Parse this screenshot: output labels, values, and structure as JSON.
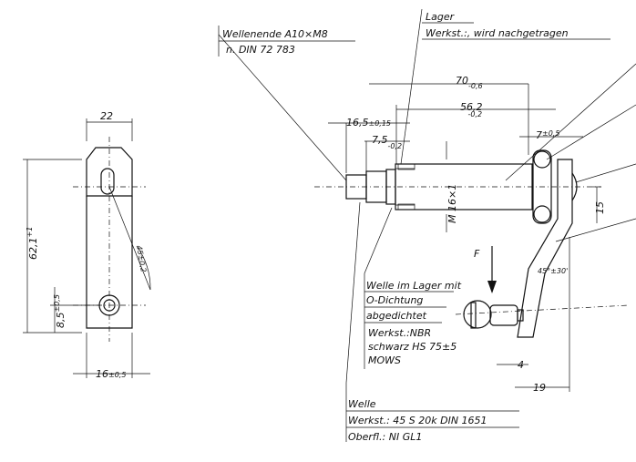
{
  "side_view": {
    "dim_width": "22",
    "dim_height": "62,1",
    "dim_height_tol": "+1",
    "dim_angle": "45±0,2",
    "dim_offset": "8,5",
    "dim_offset_tol": "±0,5",
    "dim_bottom": "16",
    "dim_bottom_tol": "±0,5"
  },
  "main_view": {
    "shaft_end_label": "Wellenende A10×M8",
    "shaft_end_std": "n. DIN 72 783",
    "bearing_title": "Lager",
    "bearing_material": "Werkst.:, wird nachgetragen",
    "dim_70": "70",
    "dim_70_tol": "-0,6",
    "dim_56": "56,2",
    "dim_56_tol": "-0,2",
    "dim_16_5": "16,5",
    "dim_16_5_tol": "±0,15",
    "dim_7_5": "7,5",
    "dim_7_5_tol": "-0,2",
    "dim_7": "7",
    "dim_7_tol": "±0,5",
    "thread": "M 16×1",
    "dim_15": "15",
    "force": "F",
    "angle": "45°±30'",
    "dim_4": "4",
    "dim_19": "19",
    "seal_note": [
      "Welle im Lager mit",
      "O-Dichtung",
      "abgedichtet",
      "Werkst.:NBR",
      "schwarz HS  75±5",
      "MOWS"
    ],
    "shaft_note": [
      "Welle",
      "Werkst.: 45 S  20k  DIN 1651",
      "Oberfl.: NI  GL1"
    ]
  }
}
